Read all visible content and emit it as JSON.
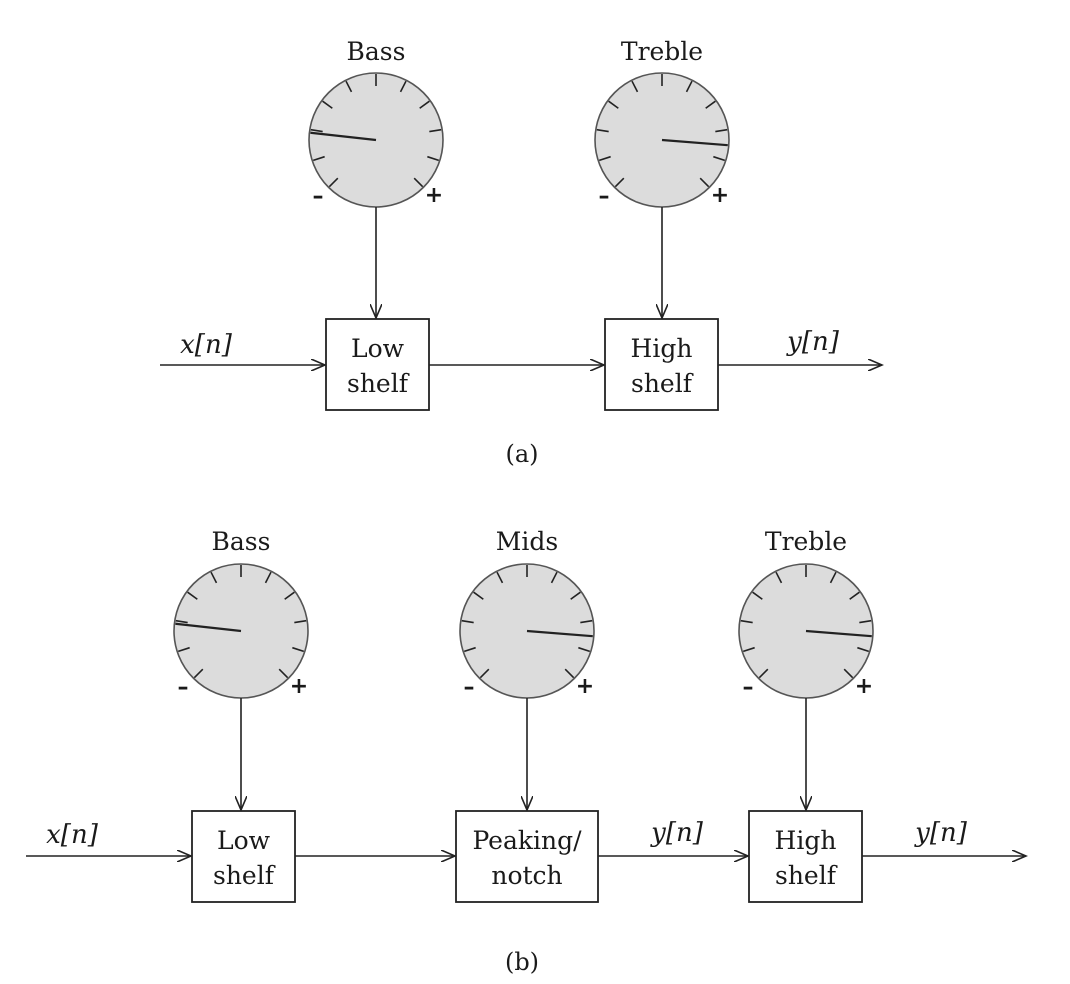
{
  "diagram_a": {
    "caption": "(a)",
    "input_label": "x[n]",
    "output_label": "y[n]",
    "knobs": [
      {
        "title": "Bass",
        "minus": "–",
        "plus": "+",
        "level": 0.19
      },
      {
        "title": "Treble",
        "minus": "–",
        "plus": "+",
        "level": 0.85
      }
    ],
    "blocks": [
      {
        "line1": "Low",
        "line2": "shelf"
      },
      {
        "line1": "High",
        "line2": "shelf"
      }
    ]
  },
  "diagram_b": {
    "caption": "(b)",
    "input_label": "x[n]",
    "mid_output_label": "y[n]",
    "output_label": "y[n]",
    "knobs": [
      {
        "title": "Bass",
        "minus": "–",
        "plus": "+",
        "level": 0.19
      },
      {
        "title": "Mids",
        "minus": "–",
        "plus": "+",
        "level": 0.85
      },
      {
        "title": "Treble",
        "minus": "–",
        "plus": "+",
        "level": 0.85
      }
    ],
    "blocks": [
      {
        "line1": "Low",
        "line2": "shelf"
      },
      {
        "line1": "Peaking/",
        "line2": "notch"
      },
      {
        "line1": "High",
        "line2": "shelf"
      }
    ]
  }
}
